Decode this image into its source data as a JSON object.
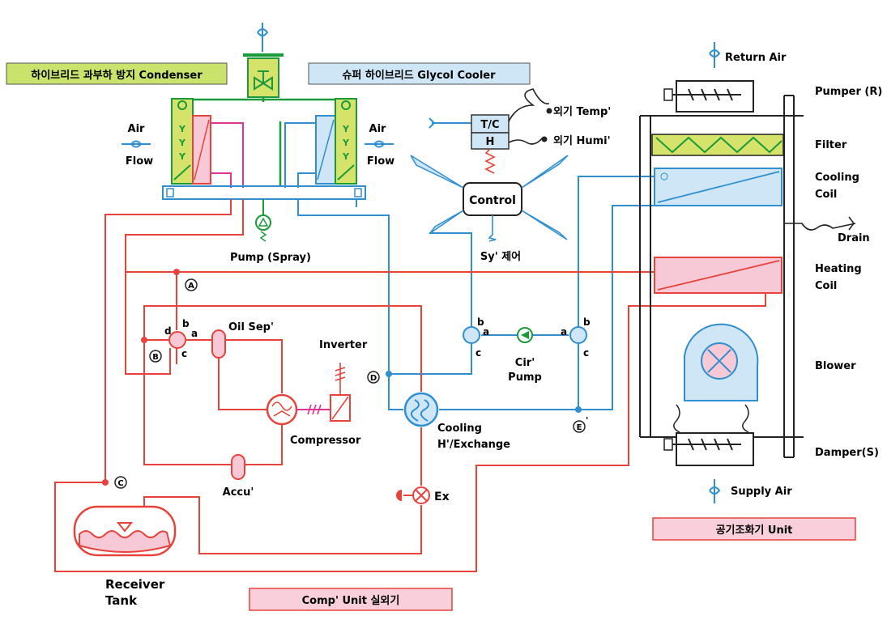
{
  "titles": {
    "condenser": "하이브리드 과부하 방지 Condenser",
    "glycol_cooler": "슈퍼 하이브리드 Glycol Cooler",
    "ahu_unit": "공기조화기 Unit",
    "comp_unit": "Comp' Unit  실외기"
  },
  "labels": {
    "air": "Air",
    "flow": "Flow",
    "pump_spray": "Pump (Spray)",
    "control": "Control",
    "tc": "T/C",
    "h": "H",
    "temp": "외기 Temp'",
    "humi": "외기 Humi'",
    "sy_control": "Sy' 제어",
    "oil_sep": "Oil Sep'",
    "inverter": "Inverter",
    "compressor": "Compressor",
    "accu": "Accu'",
    "ex": "Ex",
    "cooling_hx_1": "Cooling",
    "cooling_hx_2": "H'/Exchange",
    "cir_pump_1": "Cir'",
    "cir_pump_2": "Pump",
    "receiver_1": "Receiver",
    "receiver_2": "Tank",
    "a": "a",
    "b": "b",
    "c": "c",
    "d": "d",
    "node_A": "A",
    "node_B": "B",
    "node_C": "C",
    "node_D": "D",
    "node_E": "E",
    "node_E_suffix": "'"
  },
  "ahu": {
    "return_air": "Return Air",
    "supply_air": "Supply Air",
    "pumper_r": "Pumper (R)",
    "filter": "Filter",
    "cooling_coil_1": "Cooling",
    "cooling_coil_2": "Coil",
    "drain": "Drain",
    "heating_coil_1": "Heating",
    "heating_coil_2": "Coil",
    "blower": "Blower",
    "damper_s": "Damper(S)"
  },
  "colors": {
    "red": "#e8433b",
    "blue": "#2f8fd0",
    "green": "#1a9a3a",
    "magenta": "#e0338f",
    "pink_fill": "#f7c9d6",
    "lightblue_fill": "#cfe6f6",
    "yellowgreen_fill": "#d6e36a",
    "title_green": "#c9e36d",
    "title_blue": "#cfe6f6",
    "title_pink": "#f9cfdc"
  }
}
